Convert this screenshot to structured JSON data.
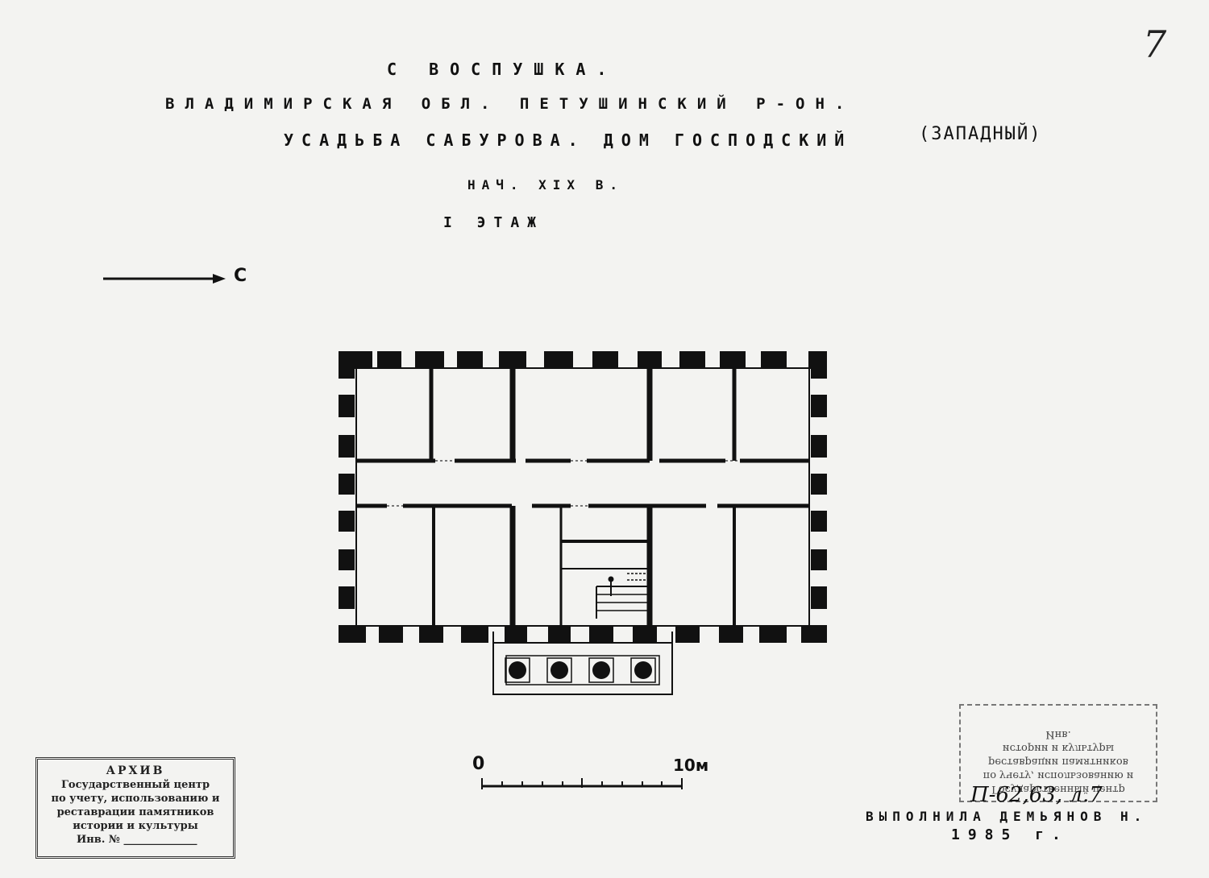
{
  "title": {
    "village": "С ВОСПУШКА.",
    "region": "ВЛАДИМИРСКАЯ ОБЛ. ПЕТУШИНСКИЙ Р-ОН.",
    "estate": "УСАДЬБА САБУРОВА. ДОМ ГОСПОДСКИЙ",
    "estate_note": "(ЗАПАДНЫЙ)",
    "date": "НАЧ. XIX В.",
    "floor": "I ЭТАЖ"
  },
  "sheet_number": "7",
  "north_arrow": {
    "label": "С"
  },
  "scale_bar": {
    "start_label": "0",
    "end_label": "10м"
  },
  "archive_stamp": {
    "header": "АРХИВ",
    "lines": [
      "Государственный центр",
      "по учету, использованию и",
      "реставрации памятников",
      "истории и культуры"
    ],
    "inventory_label": "Инв. №"
  },
  "mirrored_stamp": {
    "lines": [
      "Государственный центр",
      "по учету, использованию и",
      "реставрации памятников",
      "истории и культуры",
      "Инв."
    ]
  },
  "reference_code": "П-62,63, л.7",
  "author_line": "ВЫПОЛНИЛА ДЕМЬЯНОВ Н.",
  "year": "1985 г.",
  "plan": {
    "porch_columns": 4
  }
}
